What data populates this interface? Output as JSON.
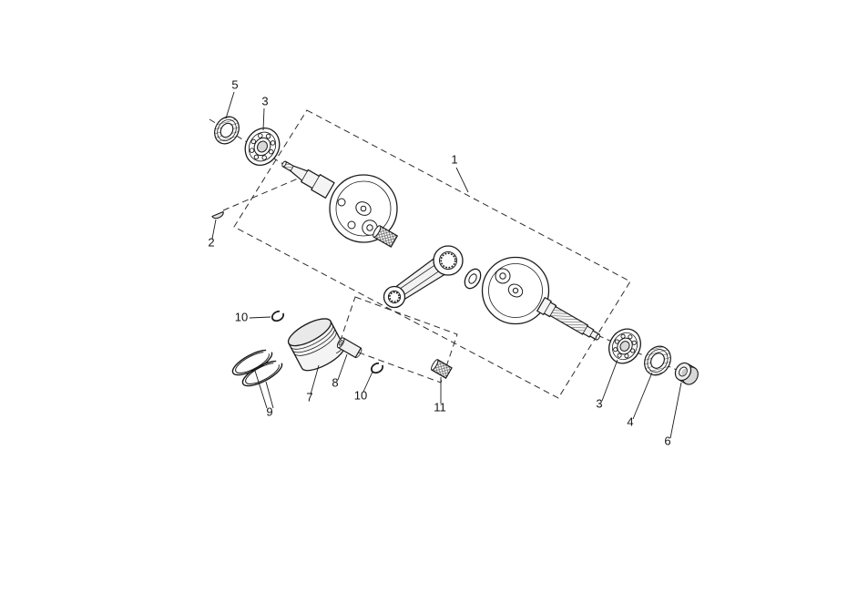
{
  "diagram": {
    "kind": "exploded-parts-diagram",
    "colors": {
      "background": "#ffffff",
      "line": "#1a1a1a",
      "shade": "#e9e9e9"
    },
    "callouts": [
      {
        "label": "1",
        "part": "crankshaft-assembly"
      },
      {
        "label": "2",
        "part": "woodruff-key"
      },
      {
        "label": "3",
        "part": "ball-bearing-left"
      },
      {
        "label": "3",
        "part": "ball-bearing-right"
      },
      {
        "label": "4",
        "part": "oil-seal-right"
      },
      {
        "label": "5",
        "part": "oil-seal-left"
      },
      {
        "label": "6",
        "part": "spacer-collar"
      },
      {
        "label": "7",
        "part": "piston"
      },
      {
        "label": "8",
        "part": "piston-pin"
      },
      {
        "label": "9",
        "part": "piston-ring-set"
      },
      {
        "label": "10",
        "part": "piston-pin-clip-left"
      },
      {
        "label": "10",
        "part": "piston-pin-clip-right"
      },
      {
        "label": "11",
        "part": "small-end-bearing"
      }
    ]
  }
}
